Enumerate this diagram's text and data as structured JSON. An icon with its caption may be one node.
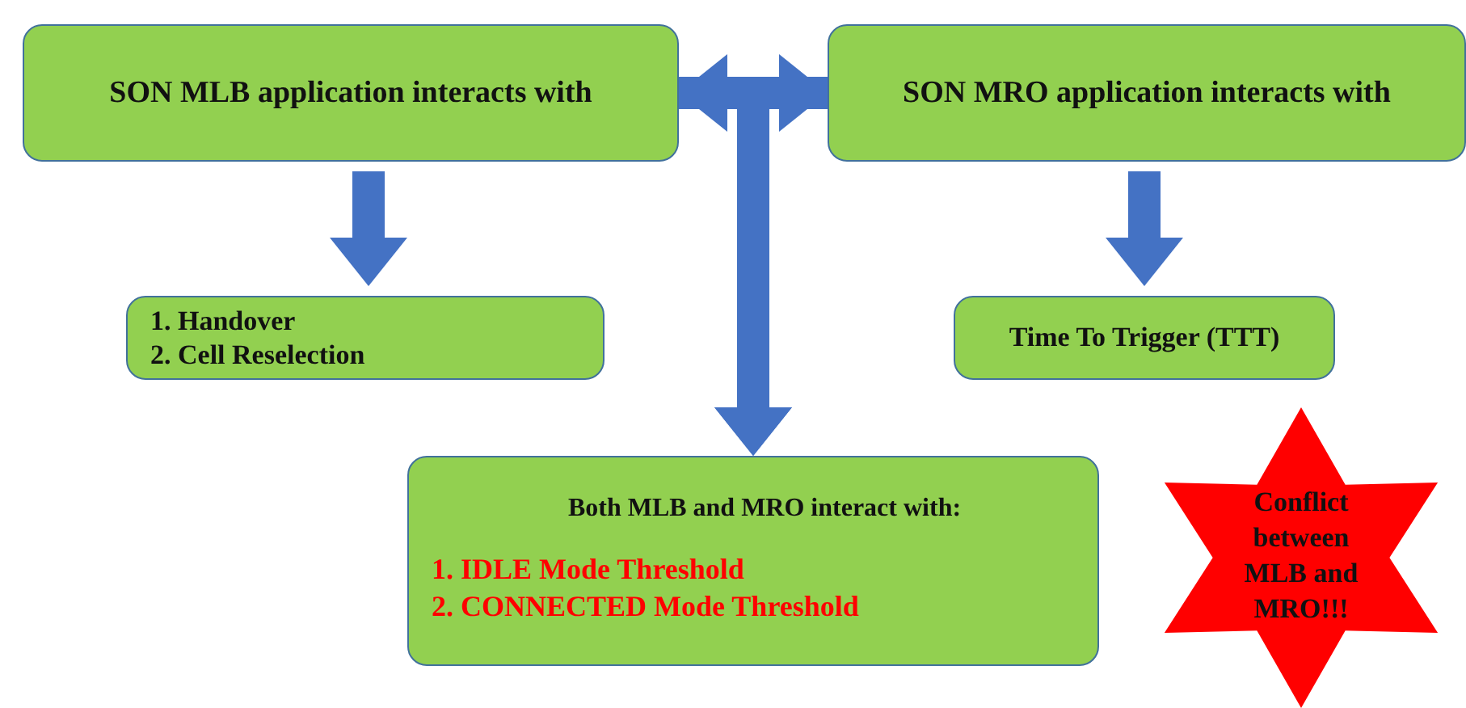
{
  "diagram": {
    "nodes": [
      {
        "text": [
          "SON MLB application interacts with"
        ]
      },
      {
        "text": [
          "SON MRO application interacts with"
        ]
      },
      {
        "text": [
          "1. Handover",
          "2. Cell Reselection"
        ]
      },
      {
        "text": [
          "Time To Trigger (TTT)"
        ]
      },
      {
        "text": [
          "Both MLB and MRO interact with:",
          "1. IDLE Mode Threshold",
          "2. CONNECTED Mode Threshold"
        ]
      },
      {
        "text": [
          "Conflict between MLB and MRO!!!"
        ]
      }
    ],
    "edges": [
      {
        "from": 0,
        "to": 1,
        "arrow": "both"
      },
      {
        "from": 0,
        "to": 4,
        "arrow": "to"
      },
      {
        "from": 1,
        "to": 4,
        "arrow": "to"
      },
      {
        "from": 0,
        "to": 2,
        "arrow": "to"
      },
      {
        "from": 1,
        "to": 3,
        "arrow": "to"
      }
    ]
  }
}
